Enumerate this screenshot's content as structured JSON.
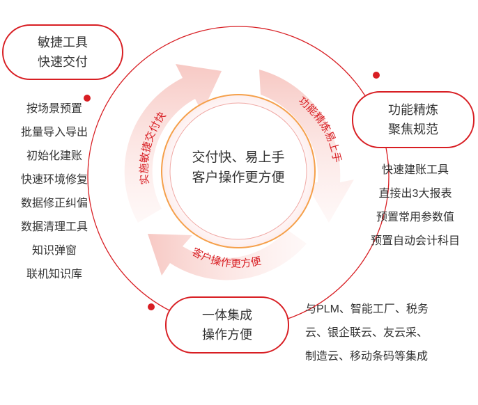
{
  "center": {
    "line1": "交付快、易上手",
    "line2": "客户操作更方便"
  },
  "arrow_labels": {
    "left": "实施敏捷交付快",
    "right": "功能精炼易上手",
    "bottom": "客户操作更方便"
  },
  "nodes": {
    "agile": {
      "line1": "敏捷工具",
      "line2": "快速交付",
      "items": [
        "按场景预置",
        "批量导入导出",
        "初始化建账",
        "快速环境修复",
        "数据修正纠偏",
        "数据清理工具",
        "知识弹窗",
        "联机知识库"
      ]
    },
    "function": {
      "line1": "功能精炼",
      "line2": "聚焦规范",
      "items": [
        "快速建账工具",
        "直接出3大报表",
        "预置常用参数值",
        "预置自动会计科目"
      ]
    },
    "integration": {
      "line1": "一体集成",
      "line2": "操作方便",
      "items": [
        "与PLM、智能工厂、税务",
        "云、银企联云、友云采、",
        "制造云、移动条码等集成"
      ]
    }
  },
  "colors": {
    "primary": "#d81e23",
    "orange": "#f5a04a",
    "arrow_fill": "#fbe3e1"
  }
}
